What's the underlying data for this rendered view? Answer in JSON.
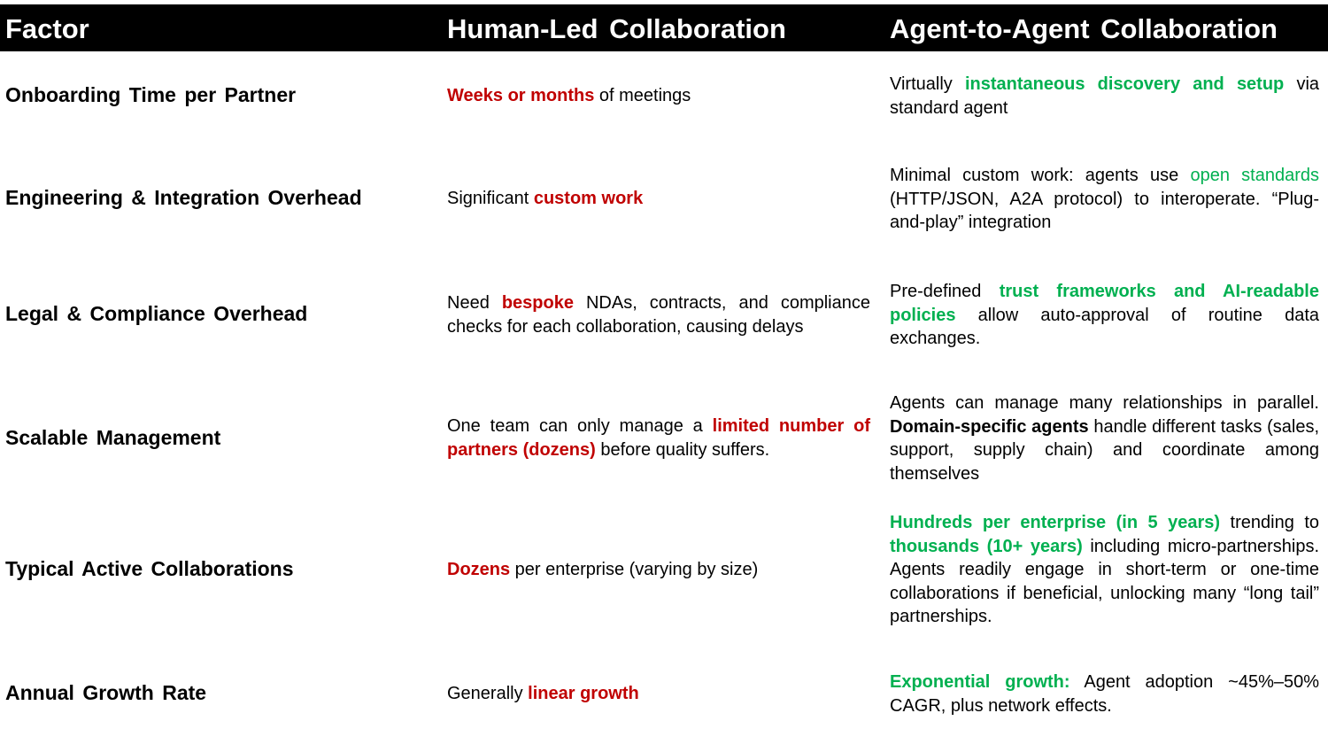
{
  "header": {
    "factor": "Factor",
    "human": "Human-Led Collaboration",
    "agent": "Agent-to-Agent Collaboration"
  },
  "colors": {
    "header_bg": "#000000",
    "header_text": "#ffffff",
    "emphasis_red": "#c00000",
    "emphasis_green": "#00b050"
  },
  "rows": [
    {
      "factor": "Onboarding Time per Partner",
      "human": {
        "hl": "Weeks or months",
        "rest": " of meetings"
      },
      "agent": {
        "pre": "Virtually ",
        "hl": "instantaneous discovery and setup",
        "rest": " via standard agent"
      }
    },
    {
      "factor": "Engineering & Integration Overhead",
      "human": {
        "pre": "Significant ",
        "hl": "custom work"
      },
      "agent": {
        "pre": "Minimal custom work: agents use ",
        "hl": "open standards",
        "rest": " (HTTP/JSON, A2A protocol) to interoperate. “Plug-and-play” integration"
      }
    },
    {
      "factor": "Legal & Compliance Overhead",
      "human": {
        "pre": "Need ",
        "hl": "bespoke",
        "rest": " NDAs, contracts, and compliance checks for each collaboration, causing delays"
      },
      "agent": {
        "pre": "Pre-defined ",
        "hl": "trust frameworks and AI-readable policies",
        "rest": " allow auto-approval of routine data exchanges."
      }
    },
    {
      "factor": "Scalable Management",
      "human": {
        "pre": "One team can only manage a ",
        "hl": "limited number of partners (dozens)",
        "rest": " before quality suffers."
      },
      "agent": {
        "pre": "Agents can manage many relationships in parallel. ",
        "bold": "Domain-specific agents",
        "rest": " handle different tasks (sales, support, supply chain) and coordinate among themselves"
      }
    },
    {
      "factor": "Typical Active Collaborations",
      "human": {
        "hl": "Dozens",
        "rest": " per enterprise (varying by size)"
      },
      "agent": {
        "hl1": "Hundreds per enterprise (in 5 years)",
        "mid": " trending to ",
        "hl2": "thousands (10+ years)",
        "rest": " including micro-partnerships. Agents readily engage in short-term or one-time collaborations if beneficial, unlocking many “long tail” partnerships."
      }
    },
    {
      "factor": "Annual Growth Rate",
      "human": {
        "pre": "Generally ",
        "hl": "linear growth"
      },
      "agent": {
        "hl": "Exponential growth:",
        "rest": " Agent adoption ~45%–50% CAGR, plus network effects."
      }
    }
  ]
}
